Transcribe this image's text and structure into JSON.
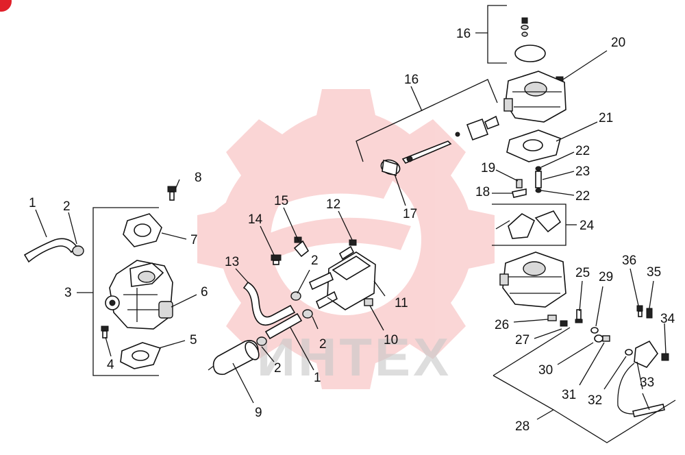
{
  "watermark": {
    "text": "ИНТЕХ",
    "color": "#f6b4b4"
  },
  "badge": {
    "color": "#e0202a"
  },
  "labels": [
    {
      "id": "l1a",
      "text": "1"
    },
    {
      "id": "l2a",
      "text": "2"
    },
    {
      "id": "l3",
      "text": "3"
    },
    {
      "id": "l4",
      "text": "4"
    },
    {
      "id": "l5",
      "text": "5"
    },
    {
      "id": "l6",
      "text": "6"
    },
    {
      "id": "l7",
      "text": "7"
    },
    {
      "id": "l8",
      "text": "8"
    },
    {
      "id": "l9",
      "text": "9"
    },
    {
      "id": "l2b",
      "text": "2"
    },
    {
      "id": "l1b",
      "text": "1"
    },
    {
      "id": "l13",
      "text": "13"
    },
    {
      "id": "l14",
      "text": "14"
    },
    {
      "id": "l15",
      "text": "15"
    },
    {
      "id": "l2c",
      "text": "2"
    },
    {
      "id": "l2d",
      "text": "2"
    },
    {
      "id": "l12",
      "text": "12"
    },
    {
      "id": "l11",
      "text": "11"
    },
    {
      "id": "l10",
      "text": "10"
    },
    {
      "id": "l16a",
      "text": "16"
    },
    {
      "id": "l17",
      "text": "17"
    },
    {
      "id": "l16b",
      "text": "16"
    },
    {
      "id": "l20",
      "text": "20"
    },
    {
      "id": "l21",
      "text": "21"
    },
    {
      "id": "l22a",
      "text": "22"
    },
    {
      "id": "l23",
      "text": "23"
    },
    {
      "id": "l22b",
      "text": "22"
    },
    {
      "id": "l19",
      "text": "19"
    },
    {
      "id": "l18",
      "text": "18"
    },
    {
      "id": "l24",
      "text": "24"
    },
    {
      "id": "l25",
      "text": "25"
    },
    {
      "id": "l29",
      "text": "29"
    },
    {
      "id": "l36",
      "text": "36"
    },
    {
      "id": "l35",
      "text": "35"
    },
    {
      "id": "l26",
      "text": "26"
    },
    {
      "id": "l27",
      "text": "27"
    },
    {
      "id": "l34",
      "text": "34"
    },
    {
      "id": "l30",
      "text": "30"
    },
    {
      "id": "l31",
      "text": "31"
    },
    {
      "id": "l32",
      "text": "32"
    },
    {
      "id": "l33",
      "text": "33"
    },
    {
      "id": "l28",
      "text": "28"
    }
  ]
}
